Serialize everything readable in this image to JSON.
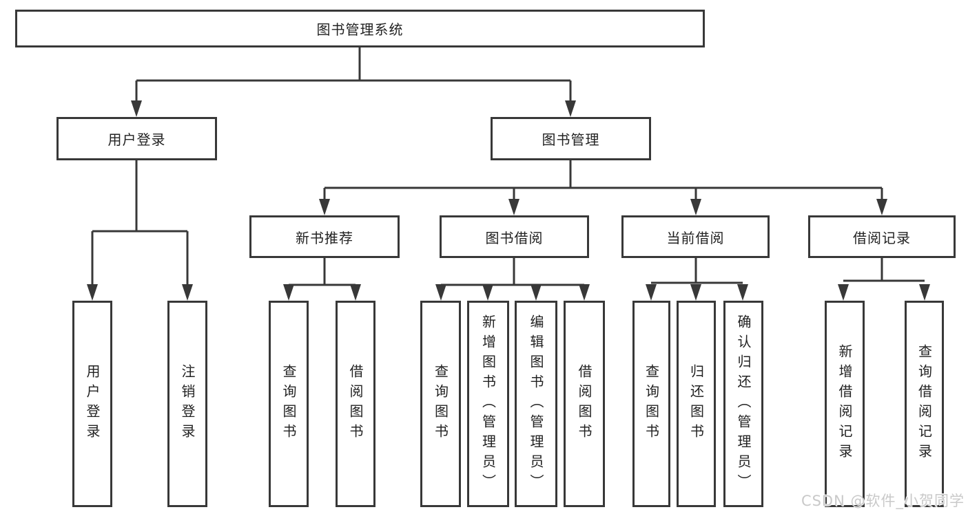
{
  "tree": {
    "root": {
      "label": "图书管理系统",
      "children": [
        {
          "label": "用户登录",
          "children": [
            {
              "label": "用户登录"
            },
            {
              "label": "注销登录"
            }
          ]
        },
        {
          "label": "图书管理",
          "children": [
            {
              "label": "新书推荐",
              "children": [
                {
                  "label": "查询图书"
                },
                {
                  "label": "借阅图书"
                }
              ]
            },
            {
              "label": "图书借阅",
              "children": [
                {
                  "label": "查询图书"
                },
                {
                  "label": "新增图书（管理员）"
                },
                {
                  "label": "编辑图书（管理员）"
                },
                {
                  "label": "借阅图书"
                }
              ]
            },
            {
              "label": "当前借阅",
              "children": [
                {
                  "label": "查询图书"
                },
                {
                  "label": "归还图书"
                },
                {
                  "label": "确认归还（管理员）"
                }
              ]
            },
            {
              "label": "借阅记录",
              "children": [
                {
                  "label": "新增借阅记录"
                },
                {
                  "label": "查询借阅记录"
                }
              ]
            }
          ]
        }
      ]
    }
  },
  "watermark": {
    "text": "CSDN @软件_小贺同学"
  },
  "colors": {
    "line": "#383838",
    "box_border": "#383838",
    "text": "#222222",
    "watermark": "#c9c9c9",
    "background": "#ffffff"
  }
}
